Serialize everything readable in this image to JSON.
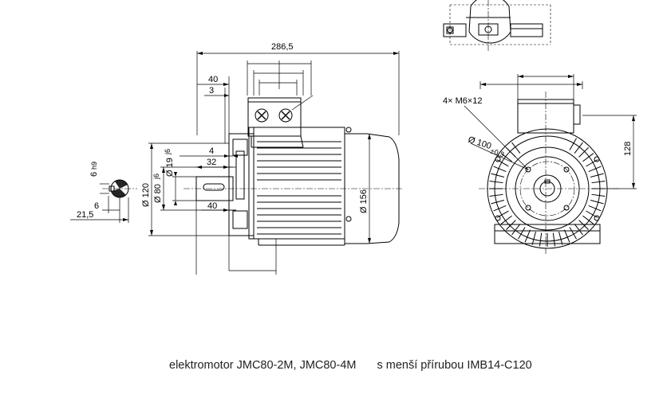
{
  "caption": {
    "model": "elektromotor JMC80-2M, JMC80-4M",
    "flange": "s menší přírubou IMB14-C120"
  },
  "dimensions": {
    "overall_length": "286,5",
    "terminal_box_width": "40",
    "terminal_box_offset": "3",
    "flange_gap": "4",
    "shaft_length": "32",
    "flange_thickness": "40",
    "shaft_diameter": "Ø 19",
    "shaft_tolerance": "j6",
    "spigot_diameter": "Ø 80",
    "spigot_tolerance": "j6",
    "flange_diameter": "Ø 120",
    "body_diameter": "Ø 156",
    "key_width": "6",
    "key_tolerance": "h9",
    "key_offset": "6",
    "shaft_height": "21,5",
    "bolt_spec": "4× M6×12",
    "bolt_circle": "Ø 100",
    "bolt_circle_tolerance": "±0.3",
    "axis_height": "128"
  }
}
